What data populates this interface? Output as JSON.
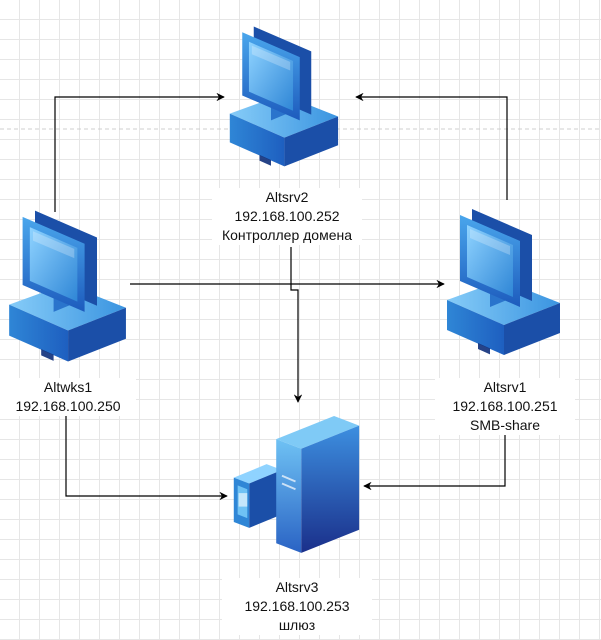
{
  "nodes": {
    "altsrv2": {
      "name": "Altsrv2",
      "ip": "192.168.100.252",
      "role": "Контроллер домена",
      "icon": "workstation-icon"
    },
    "altwks1": {
      "name": "Altwks1",
      "ip": "192.168.100.250",
      "icon": "workstation-icon"
    },
    "altsrv1": {
      "name": "Altsrv1",
      "ip": "192.168.100.251",
      "role": "SMB-share",
      "icon": "workstation-icon"
    },
    "altsrv3": {
      "name": "Altsrv3",
      "ip": "192.168.100.253",
      "role": "шлюз",
      "icon": "server-tower-icon"
    }
  },
  "edges": [
    {
      "from": "Altwks1",
      "to": "Altsrv2"
    },
    {
      "from": "Altsrv1",
      "to": "Altsrv2"
    },
    {
      "from": "Altwks1",
      "to": "Altsrv1"
    },
    {
      "from": "Altwks1",
      "to": "Altsrv3"
    },
    {
      "from": "Altsrv1",
      "to": "Altsrv3"
    },
    {
      "from": "Altsrv2",
      "to": "Altsrv3"
    }
  ],
  "colors": {
    "icon_light": "#5fb8f0",
    "icon_mid": "#2f86d6",
    "icon_dark": "#1b4fa8",
    "icon_deep": "#1a2f8a",
    "edge": "#000000",
    "grid": "#e6e6e6"
  }
}
